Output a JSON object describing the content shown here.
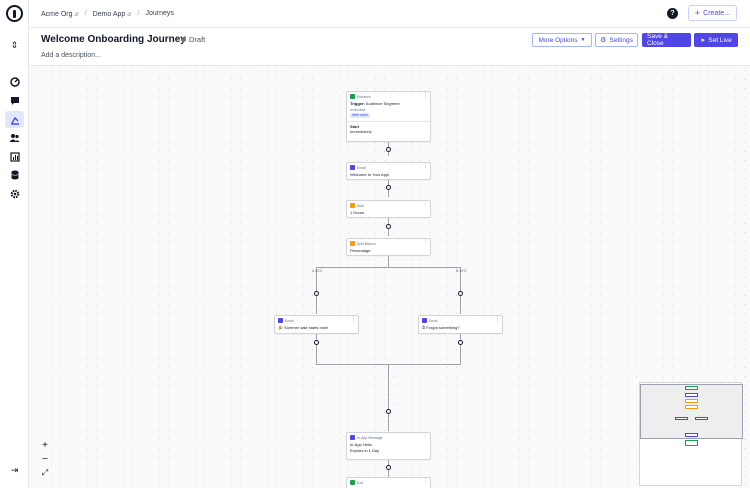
{
  "breadcrumb": {
    "org": "Acme Org",
    "app": "Demo App",
    "section": "Journeys"
  },
  "topbar": {
    "help": "?",
    "create_label": "Create..."
  },
  "header": {
    "title": "Welcome Onboarding Journey",
    "status": "Draft",
    "description_placeholder": "Add a description...",
    "more_options": "More Options",
    "settings": "Settings",
    "save_close": "Save & Close",
    "set_live": "Set Live"
  },
  "sidebar": {
    "items": [
      {
        "icon": "dashboard-icon"
      },
      {
        "icon": "messages-icon"
      },
      {
        "icon": "journeys-icon",
        "active": true
      },
      {
        "icon": "users-icon"
      },
      {
        "icon": "analytics-icon"
      },
      {
        "icon": "database-icon"
      },
      {
        "icon": "settings-gear-icon"
      }
    ],
    "collapse_icon": "collapse-icon"
  },
  "flow": {
    "trigger": {
      "type": "Entrance",
      "trigger_prefix": "Trigger:",
      "trigger_value": "Audience Segment",
      "included_label": "Included",
      "tag": "label users",
      "start_label": "Start",
      "start_value": "Immediately"
    },
    "email1": {
      "type": "Email",
      "body": "Welcome to Your App!"
    },
    "wait": {
      "type": "Wait",
      "body": "1 Hours"
    },
    "split": {
      "type": "Split Branch",
      "body": "Percentage"
    },
    "branch_a": "A 50%",
    "branch_b": "B 50%",
    "email_a": {
      "type": "Email",
      "body": "🎉 Summer sale starts now!"
    },
    "email_b": {
      "type": "Email",
      "body": "⏱ Forgot something?"
    },
    "inapp": {
      "type": "In-App Message",
      "body": "In-App Hello",
      "expires": "Expires in 1 Day"
    },
    "exit": {
      "type": "Exit"
    }
  },
  "zoom": {
    "in": "+",
    "out": "−",
    "fit": "⤢"
  },
  "colors": {
    "accent": "#4f46e5",
    "entrance": "#16a34a",
    "wait": "#f59e0b",
    "split": "#f59e0b",
    "email": "#4f46e5"
  }
}
